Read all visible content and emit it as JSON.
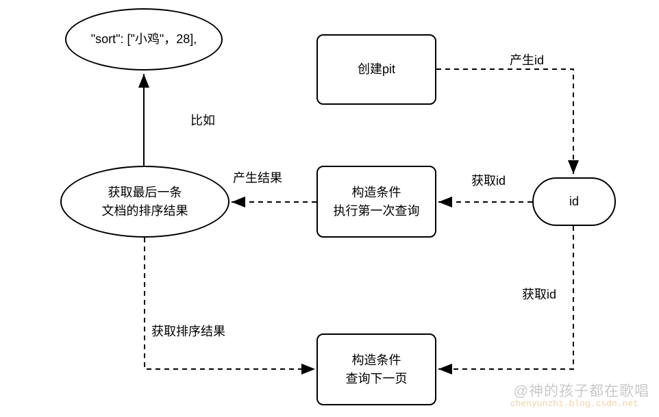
{
  "diagram": {
    "nodes": {
      "sort_example": {
        "label": "\"sort\": [\"小鸡\"，28],"
      },
      "create_pit": {
        "label": "创建pit"
      },
      "first_query": {
        "label": "构造条件\n执行第一次查询"
      },
      "last_sort_result": {
        "label": "获取最后一条\n文档的排序结果"
      },
      "id_node": {
        "label": "id"
      },
      "next_page": {
        "label": "构造条件\n查询下一页"
      }
    },
    "edge_labels": {
      "example": "比如",
      "produce_id": "产生id",
      "get_id_upper": "获取id",
      "produce_result": "产生结果",
      "get_sort_result": "获取排序结果",
      "get_id_lower": "获取id"
    },
    "colors": {
      "stroke": "#000000",
      "background": "#ffffff",
      "watermark_primary": "#c9c9c9",
      "watermark_secondary": "#f3d2a6"
    }
  },
  "watermark": {
    "line1": "@神的孩子都在歌唱",
    "line2": "chenyunzhi.blog.csdn.net"
  }
}
